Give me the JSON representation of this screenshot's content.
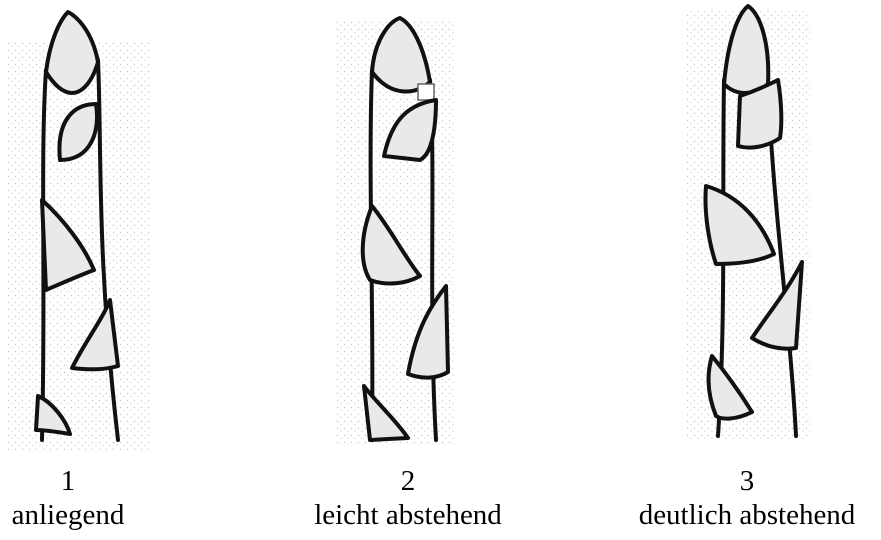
{
  "figures": [
    {
      "number": "1",
      "label": "anliegend"
    },
    {
      "number": "2",
      "label": "leicht abstehend"
    },
    {
      "number": "3",
      "label": "deutlich abstehend"
    }
  ],
  "colors": {
    "ink": "#111111",
    "stipple": "#9a9a9a",
    "background": "#ffffff"
  }
}
